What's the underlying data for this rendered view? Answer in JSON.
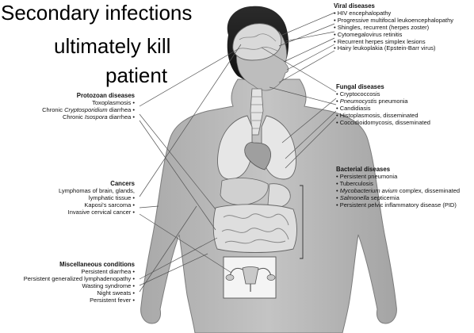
{
  "slide": {
    "title_lines": [
      "Secondary infections",
      "ultimately kill",
      "patient"
    ]
  },
  "viral": {
    "heading": "Viral diseases",
    "items": [
      "• HIV encephalopathy",
      "• Progressive multifocal leukoencephalopathy",
      "• Shingles, recurrent (herpes zoster)",
      "• Cytomegalovirus retinitis",
      "• Recurrent herpes simplex lesions",
      "• Hairy leukoplakia (Epstein-Barr virus)"
    ]
  },
  "protozoan": {
    "heading": "Protozoan diseases",
    "items": [
      {
        "pre": "Toxoplasmosis •",
        "it": "",
        "post": ""
      },
      {
        "pre": "Chronic ",
        "it": "Cryptosporidium",
        "post": " diarrhea •"
      },
      {
        "pre": "Chronic ",
        "it": "Isospora",
        "post": " diarrhea •"
      }
    ]
  },
  "fungal": {
    "heading": "Fungal diseases",
    "items": [
      {
        "pre": "• Cryptococcosis",
        "it": "",
        "post": ""
      },
      {
        "pre": "• ",
        "it": "Pneumocystis",
        "post": " pneumonia"
      },
      {
        "pre": "• Candidiasis",
        "it": "",
        "post": ""
      },
      {
        "pre": "• Histoplasmosis, disseminated",
        "it": "",
        "post": ""
      },
      {
        "pre": "• Coccidioidomycosis, disseminated",
        "it": "",
        "post": ""
      }
    ]
  },
  "cancers": {
    "heading": "Cancers",
    "items": [
      "Lymphomas of brain, glands,",
      "lymphatic tissue •",
      "Kaposi's sarcoma •",
      "Invasive cervical cancer •"
    ]
  },
  "bacterial": {
    "heading": "Bacterial diseases",
    "items": [
      {
        "pre": "• Persistent pneumonia",
        "it": "",
        "post": ""
      },
      {
        "pre": "• Tuberculosis",
        "it": "",
        "post": ""
      },
      {
        "pre": "• ",
        "it": "Mycobacterium avium",
        "post": " complex, disseminated"
      },
      {
        "pre": "• ",
        "it": "Salmonella",
        "post": " septicemia"
      },
      {
        "pre": "• Persistent pelvic inflammatory disease (PID)",
        "it": "",
        "post": ""
      }
    ]
  },
  "misc": {
    "heading": "Miscellaneous conditions",
    "items": [
      "Persistent diarrhea •",
      "Persistent generalized lymphadenopathy •",
      "Wasting syndrome •",
      "Night sweats •",
      "Persistent fever •"
    ]
  }
}
